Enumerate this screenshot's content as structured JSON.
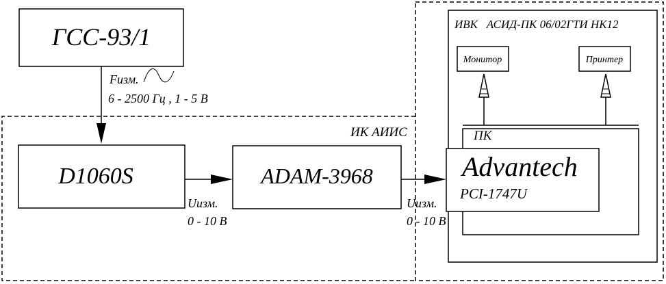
{
  "blocks": {
    "generator": "ГСС-93/1",
    "d1060s": "D1060S",
    "adam": "ADAM-3968",
    "advantech": "Advantech",
    "pci_card": "PCI-1747U",
    "monitor": "Монитор",
    "printer": "Принтер"
  },
  "labels": {
    "ivk_title": "ИВК   АСИД-ПК 06/02ГТИ НК12",
    "ik_aiis": "ИК АИИС",
    "pk": "ПК",
    "f_meas": "Fизм.",
    "f_range": "6 - 2500 Гц , 1 - 5  В",
    "u_meas_1": "Uизм.",
    "u_range_1": "0 - 10 В",
    "u_meas_2": "Uизм.",
    "u_range_2": "0 - 10 В"
  }
}
